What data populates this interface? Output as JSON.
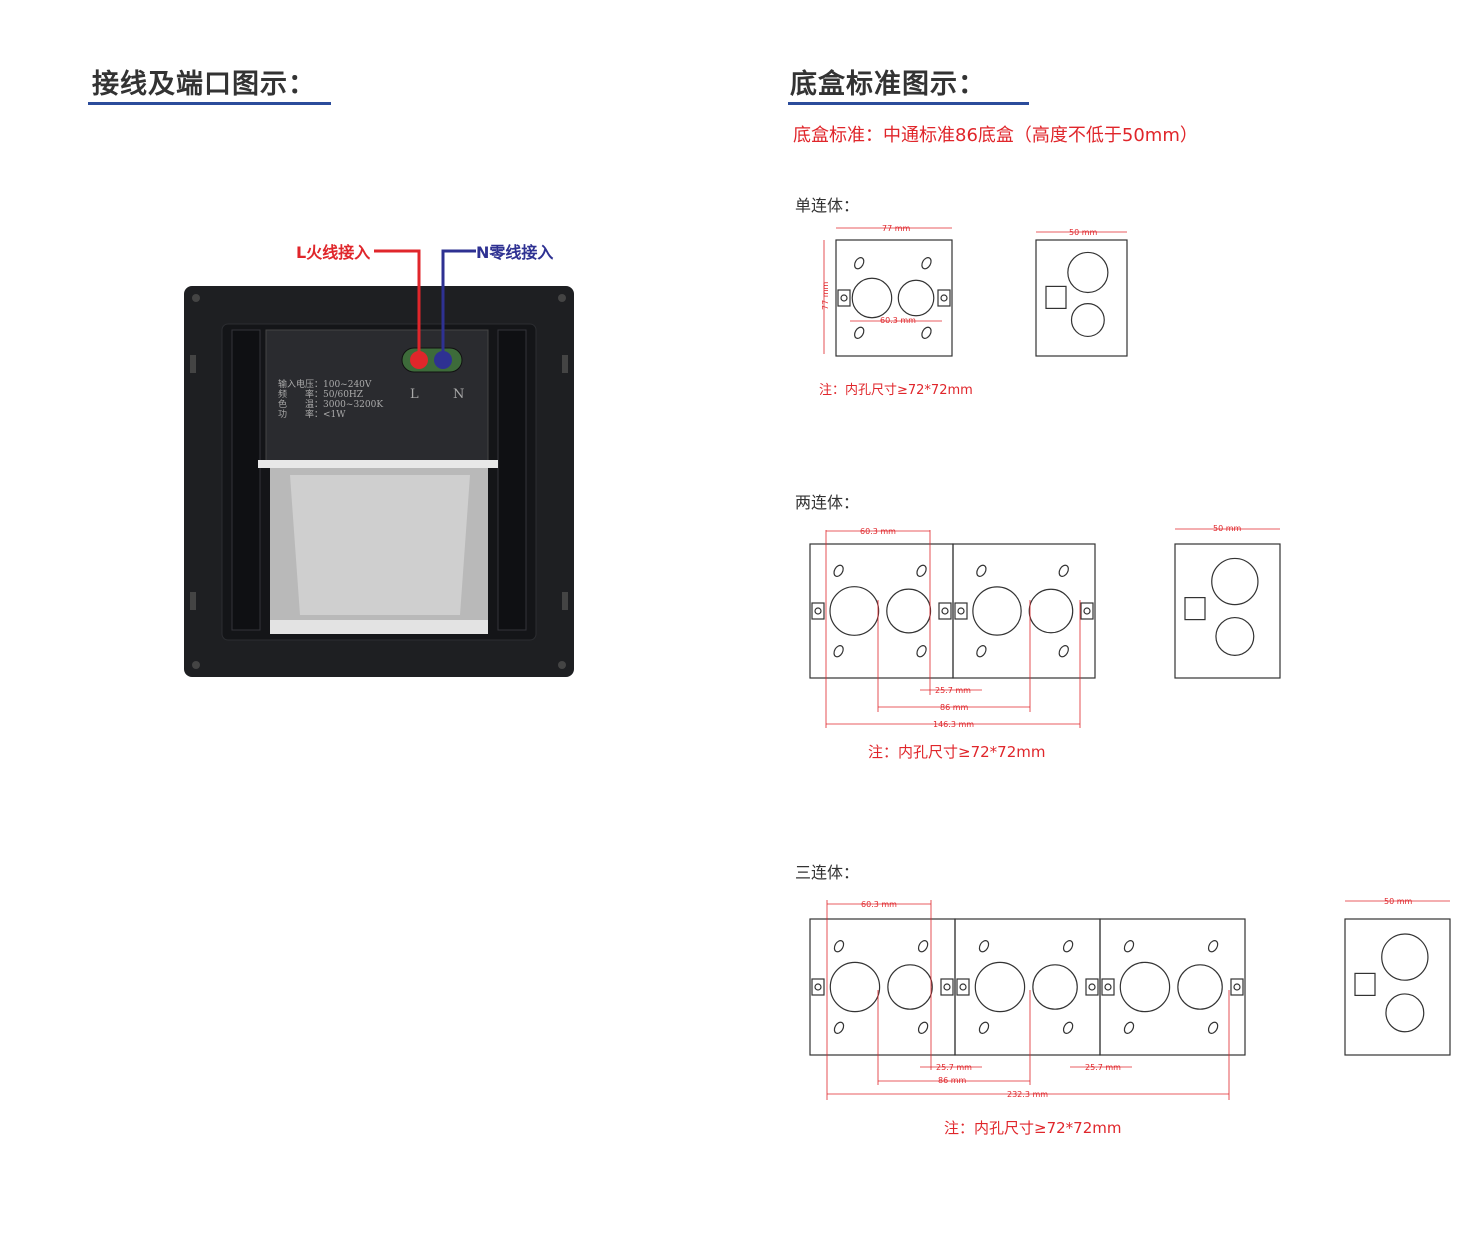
{
  "left": {
    "heading": "接线及端口图示：",
    "callout_l": "L火线接入",
    "callout_n": "N零线接入",
    "product_label": [
      "输入电压：100~240V",
      "频　　率：50/60HZ",
      "色　　温：3000~3200K",
      "功　　率：<1W"
    ],
    "terminal_l": "L",
    "terminal_n": "N",
    "colors": {
      "live": "#e0262b",
      "neutral": "#2e3192",
      "plate": "#1e1f22"
    }
  },
  "right": {
    "heading": "底盒标准图示：",
    "subtitle": "底盒标准：中通标准86底盒（高度不低于50mm）",
    "single": {
      "label": "单连体：",
      "width": "77 mm",
      "height": "77 mm",
      "hole_pitch": "60.3 mm",
      "depth": "50 mm",
      "note": "注：内孔尺寸≥72*72mm"
    },
    "double": {
      "label": "两连体：",
      "hole_pitch": "60.3 mm",
      "gap": "25.7 mm",
      "center": "86 mm",
      "total": "146.3 mm",
      "depth": "50 mm",
      "note": "注：内孔尺寸≥72*72mm"
    },
    "triple": {
      "label": "三连体：",
      "hole_pitch": "60.3 mm",
      "gap1": "25.7 mm",
      "gap2": "25.7 mm",
      "center": "86 mm",
      "total": "232.3 mm",
      "depth": "50 mm",
      "note": "注：内孔尺寸≥72*72mm"
    },
    "colors": {
      "accent": "#e0262b",
      "underline": "#2b4c9b"
    }
  }
}
